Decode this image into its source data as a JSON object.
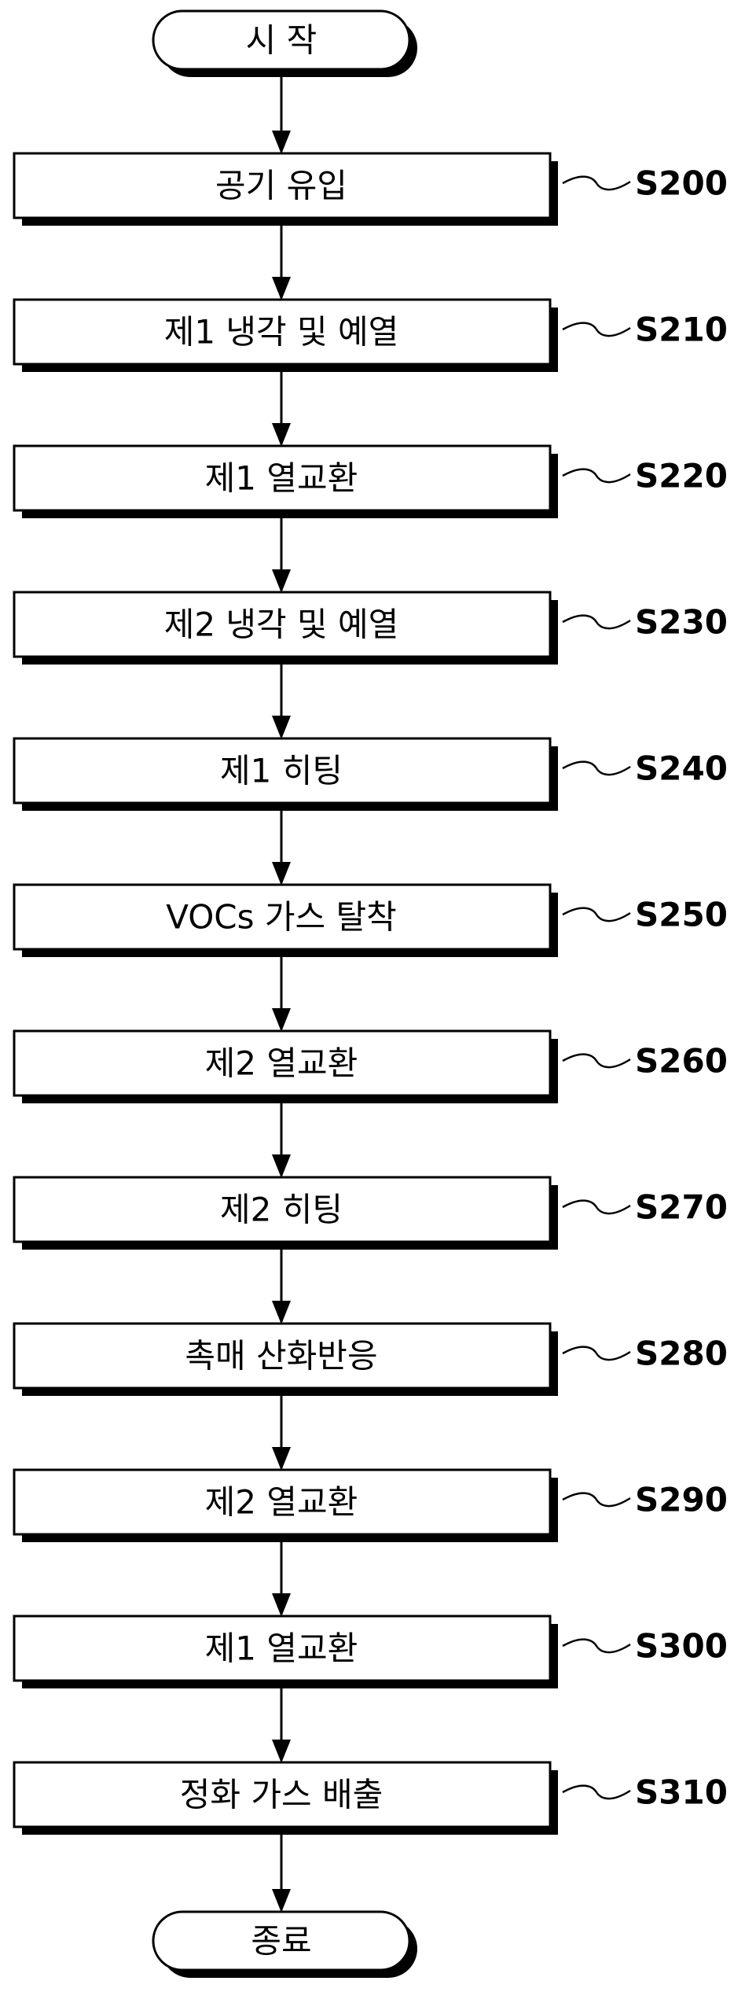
{
  "start": {
    "label": "시 작"
  },
  "end": {
    "label": "종료"
  },
  "steps": [
    {
      "label": "공기 유입",
      "id": "S200"
    },
    {
      "label": "제1 냉각 및 예열",
      "id": "S210"
    },
    {
      "label": "제1 열교환",
      "id": "S220"
    },
    {
      "label": "제2 냉각 및 예열",
      "id": "S230"
    },
    {
      "label": "제1 히팅",
      "id": "S240"
    },
    {
      "label": "VOCs 가스 탈착",
      "id": "S250"
    },
    {
      "label": "제2 열교환",
      "id": "S260"
    },
    {
      "label": "제2 히팅",
      "id": "S270"
    },
    {
      "label": "촉매 산화반응",
      "id": "S280"
    },
    {
      "label": "제2 열교환",
      "id": "S290"
    },
    {
      "label": "제1 열교환",
      "id": "S300"
    },
    {
      "label": "정화 가스 배출",
      "id": "S310"
    }
  ]
}
